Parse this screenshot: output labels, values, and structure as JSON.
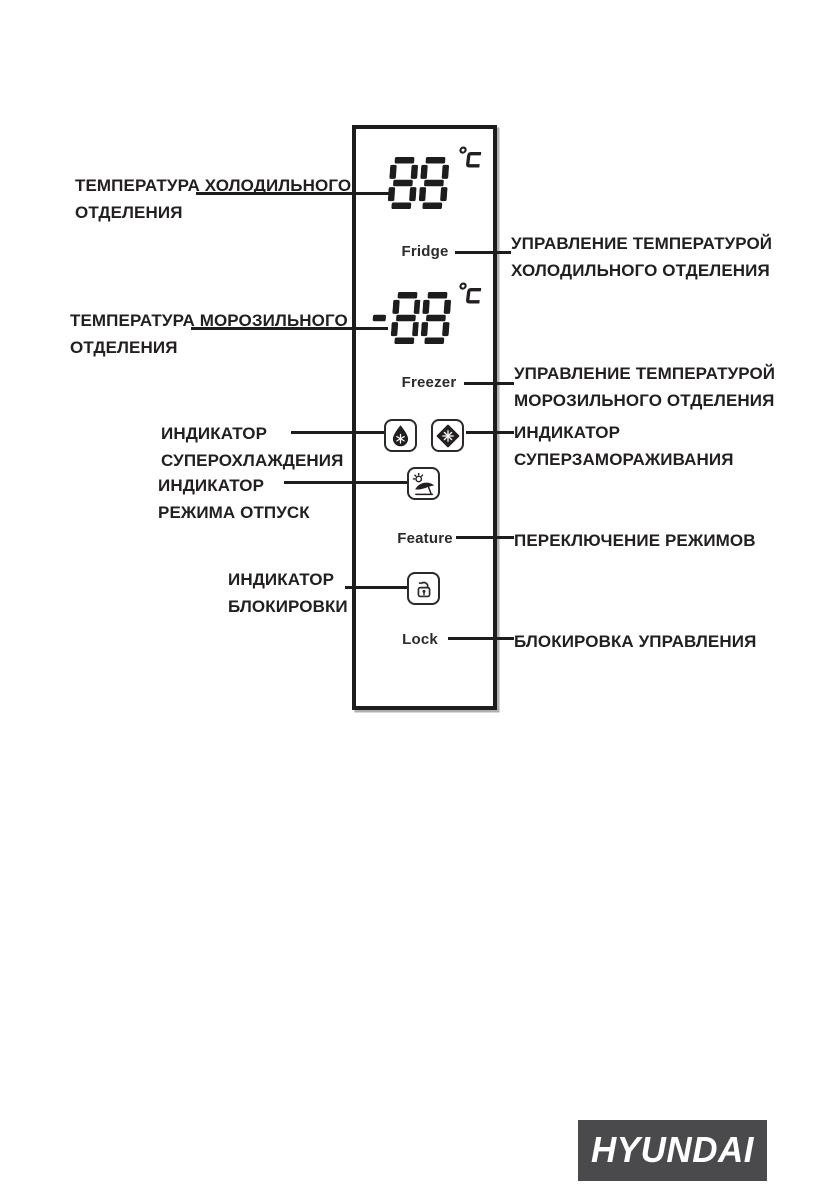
{
  "page": {
    "background": "#ffffff",
    "ink": "#231f20"
  },
  "panel": {
    "name": "refrigerator-control-panel",
    "fridge": {
      "display_value": "88",
      "display_unit": "°C",
      "button_label": "Fridge"
    },
    "freezer": {
      "display_value": "-88",
      "display_unit": "°C",
      "button_label": "Freezer"
    },
    "feature": {
      "button_label": "Feature"
    },
    "lock": {
      "button_label": "Lock"
    },
    "icons": [
      {
        "name": "super-cooling-indicator"
      },
      {
        "name": "super-freezing-indicator"
      },
      {
        "name": "vacation-mode-indicator"
      },
      {
        "name": "lock-indicator"
      }
    ]
  },
  "callouts": {
    "left": [
      {
        "label": "ТЕМПЕРАТУРА ХОЛОДИЛЬНОГО\nОТДЕЛЕНИЯ"
      },
      {
        "label": "ТЕМПЕРАТУРА МОРОЗИЛЬНОГО\nОТДЕЛЕНИЯ"
      },
      {
        "label": "ИНДИКАТОР\nСУПЕРОХЛАЖДЕНИЯ"
      },
      {
        "label": "ИНДИКАТОР\nРЕЖИМА ОТПУСК"
      },
      {
        "label": "ИНДИКАТОР\nБЛОКИРОВКИ"
      }
    ],
    "right": [
      {
        "label": "УПРАВЛЕНИЕ ТЕМПЕРАТУРОЙ\nХОЛОДИЛЬНОГО ОТДЕЛЕНИЯ"
      },
      {
        "label": "УПРАВЛЕНИЕ ТЕМПЕРАТУРОЙ\nМОРОЗИЛЬНОГО ОТДЕЛЕНИЯ"
      },
      {
        "label": "ИНДИКАТОР\nСУПЕРЗАМОРАЖИВАНИЯ"
      },
      {
        "label": "ПЕРЕКЛЮЧЕНИЕ РЕЖИМОВ"
      },
      {
        "label": "БЛОКИРОВКА УПРАВЛЕНИЯ"
      }
    ]
  },
  "logo": {
    "text": "HYUNDAI",
    "background": "#4a4a4c",
    "color": "#ffffff"
  }
}
